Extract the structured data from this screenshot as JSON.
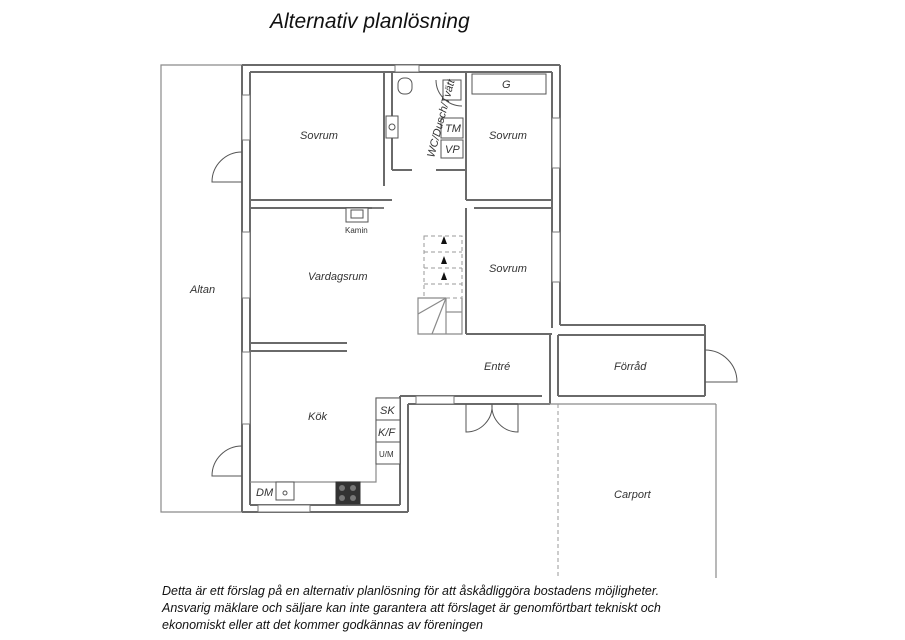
{
  "title": "Alternativ planlösning",
  "rooms": {
    "sovrum_1": "Sovrum",
    "wc": "WC/Dusch/Tvätt",
    "tm": "TM",
    "vp": "VP",
    "g": "G",
    "sovrum_2": "Sovrum",
    "kamin": "Kamin",
    "vardagsrum": "Vardagsrum",
    "sovrum_3": "Sovrum",
    "altan": "Altan",
    "entre": "Entré",
    "forrad": "Förråd",
    "kok": "Kök",
    "sk": "SK",
    "kf": "K/F",
    "um": "U/M",
    "dm": "DM",
    "carport": "Carport"
  },
  "disclaimer": [
    "Detta är ett förslag på en alternativ planlösning för att åskådliggöra bostadens möjligheter.",
    "Ansvarig mäklare och säljare kan inte garantera att förslaget är genomförtbart tekniskt och",
    "ekonomiskt eller att det kommer godkännas av föreningen"
  ]
}
